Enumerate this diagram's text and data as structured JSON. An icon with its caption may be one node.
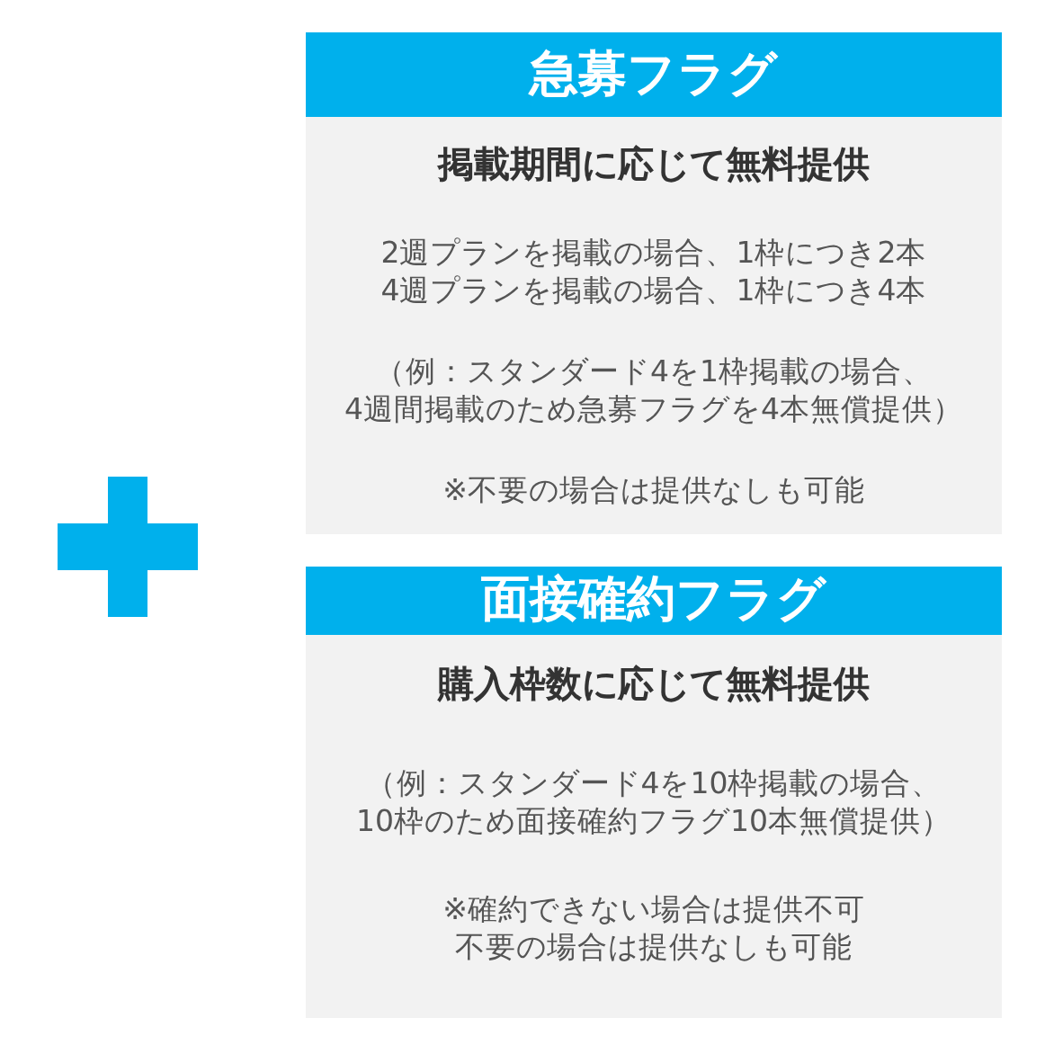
{
  "diagram": {
    "nodes": [
      {
        "text": [
          "急募フラグ",
          "掲載期間に応じて無料提供",
          "2週プランを掲載の場合、1枠につき2本4週プランを掲載の場合、1枠につき4本",
          "（例：スタンダード4を1枠掲載の場合、4週間掲載のため急募フラグを4本無償提供）",
          "※不要の場合は提供なしも可能"
        ]
      },
      {
        "text": [
          "面接確約フラグ",
          "購入枠数に応じて無料提供",
          "（例：スタンダード4を10枠掲載の場合、10枠のため面接確約フラグ10本無償提供）",
          "※確約できない場合は提供不可不要の場合は提供なしも可能"
        ]
      }
    ]
  }
}
